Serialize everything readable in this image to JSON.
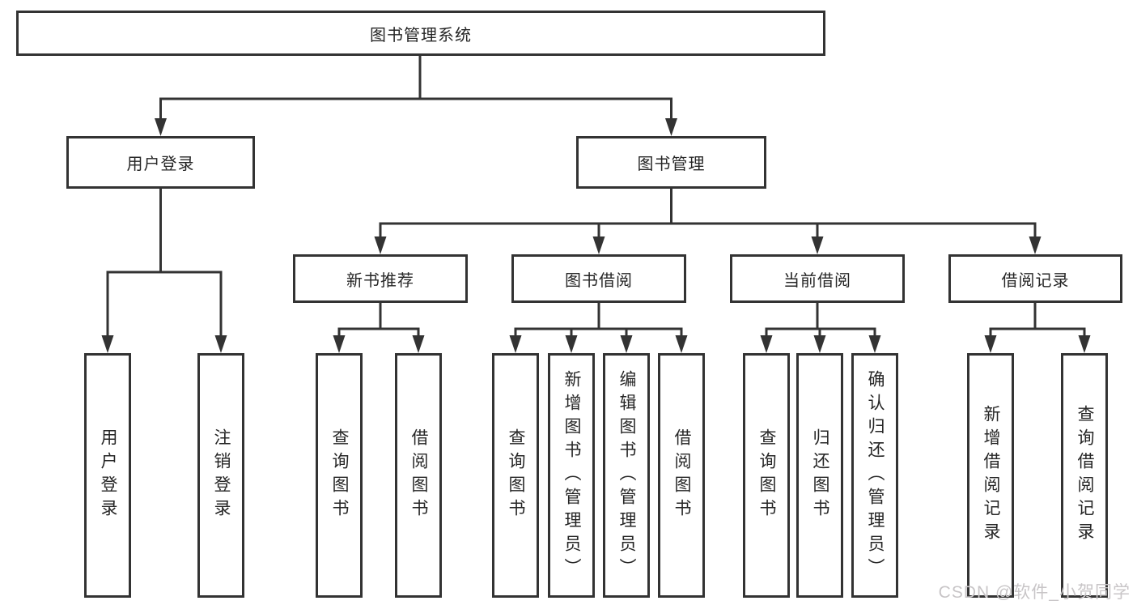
{
  "diagram": {
    "root": {
      "label": "图书管理系统"
    },
    "level2": [
      {
        "label": "用户登录"
      },
      {
        "label": "图书管理"
      }
    ],
    "level3": [
      {
        "label": "新书推荐",
        "parent": "图书管理"
      },
      {
        "label": "图书借阅",
        "parent": "图书管理"
      },
      {
        "label": "当前借阅",
        "parent": "图书管理"
      },
      {
        "label": "借阅记录",
        "parent": "图书管理"
      }
    ],
    "leaves": [
      {
        "label": "用户登录",
        "parent": "用户登录"
      },
      {
        "label": "注销登录",
        "parent": "用户登录"
      },
      {
        "label": "查询图书",
        "parent": "新书推荐"
      },
      {
        "label": "借阅图书",
        "parent": "新书推荐"
      },
      {
        "label": "查询图书",
        "parent": "图书借阅"
      },
      {
        "label": "新增图书（管理员）",
        "parent": "图书借阅"
      },
      {
        "label": "编辑图书（管理员）",
        "parent": "图书借阅"
      },
      {
        "label": "借阅图书",
        "parent": "图书借阅"
      },
      {
        "label": "查询图书",
        "parent": "当前借阅"
      },
      {
        "label": "归还图书",
        "parent": "当前借阅"
      },
      {
        "label": "确认归还（管理员）",
        "parent": "当前借阅"
      },
      {
        "label": "新增借阅记录",
        "parent": "借阅记录"
      },
      {
        "label": "查询借阅记录",
        "parent": "借阅记录"
      }
    ]
  },
  "watermark": "CSDN @软件_小贺同学",
  "colors": {
    "line": "#333333",
    "text": "#262626",
    "watermark": "#c8c5c7",
    "background": "#ffffff"
  }
}
